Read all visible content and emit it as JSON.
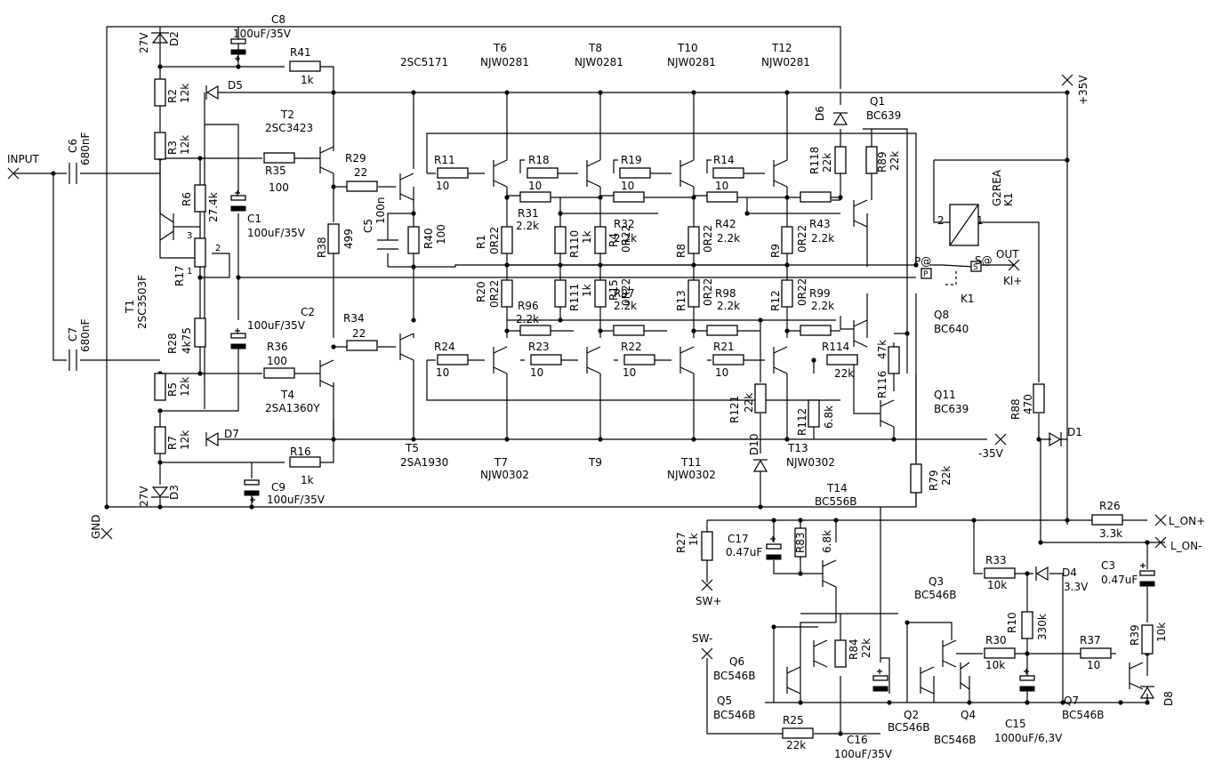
{
  "terminals": {
    "input": "INPUT",
    "gnd": "GND",
    "vpos": "+35V",
    "vneg": "-35V",
    "out": "OUT",
    "kl_plus": "Kl+",
    "l_on_plus": "L_ON+",
    "l_on_minus": "L_ON-",
    "sw_plus": "SW+",
    "sw_minus": "SW-"
  },
  "relay": {
    "ref": "K1",
    "type": "G2REA",
    "contact_ref": "K1",
    "pin1": "1",
    "pin2": "2",
    "p_label": "P@",
    "s_label": "S@",
    "p_box": "P",
    "s_box": "S"
  },
  "pot": {
    "pin1": "1",
    "pin2": "2",
    "pin3": "3"
  },
  "components": {
    "C8": {
      "ref": "C8",
      "value": "100uF/35V"
    },
    "D2": {
      "ref": "D2",
      "value": "27V"
    },
    "R41": {
      "ref": "R41",
      "value": "1k"
    },
    "R2": {
      "ref": "R2",
      "value": "12k"
    },
    "D5": {
      "ref": "D5"
    },
    "R3": {
      "ref": "R3",
      "value": "12k"
    },
    "T2": {
      "ref": "T2",
      "value": "2SC3423"
    },
    "T3": {
      "value": "2SC5171"
    },
    "R35": {
      "ref": "R35",
      "value": "100"
    },
    "R29": {
      "ref": "R29",
      "value": "22"
    },
    "R6": {
      "ref": "R6",
      "value": "27.4k"
    },
    "C1": {
      "ref": "C1",
      "value": "100uF/35V"
    },
    "C6": {
      "ref": "C6",
      "value": "680nF"
    },
    "C7": {
      "ref": "C7",
      "value": "680nF"
    },
    "T1": {
      "ref": "T1",
      "value": "2SC3503F"
    },
    "R17": {
      "ref": "R17"
    },
    "R28": {
      "ref": "R28",
      "value": "4k75"
    },
    "C2": {
      "ref": "C2",
      "value": "100uF/35V"
    },
    "R38": {
      "ref": "R38",
      "value": "499"
    },
    "C5": {
      "ref": "C5",
      "value": "100n"
    },
    "R40": {
      "ref": "R40",
      "value": "100"
    },
    "R34": {
      "ref": "R34",
      "value": "22"
    },
    "R36": {
      "ref": "R36",
      "value": "100"
    },
    "R5": {
      "ref": "R5",
      "value": "12k"
    },
    "T4": {
      "ref": "T4",
      "value": "2SA1360Y"
    },
    "R7": {
      "ref": "R7",
      "value": "12k"
    },
    "D7": {
      "ref": "D7"
    },
    "R16": {
      "ref": "R16",
      "value": "1k"
    },
    "C9": {
      "ref": "C9",
      "value": "100uF/35V"
    },
    "D3": {
      "ref": "D3",
      "value": "27V"
    },
    "T5": {
      "ref": "T5",
      "value": "2SA1930"
    },
    "T6": {
      "ref": "T6",
      "value": "NJW0281"
    },
    "T8": {
      "ref": "T8",
      "value": "NJW0281"
    },
    "T10": {
      "ref": "T10",
      "value": "NJW0281"
    },
    "T12": {
      "ref": "T12",
      "value": "NJW0281"
    },
    "T7": {
      "ref": "T7",
      "value": "NJW0302"
    },
    "T9": {
      "ref": "T9"
    },
    "T11": {
      "ref": "T11",
      "value": "NJW0302"
    },
    "T13": {
      "ref": "T13",
      "value": "NJW0302"
    },
    "R11": {
      "ref": "R11",
      "value": "10"
    },
    "R18": {
      "ref": "R18",
      "value": "10"
    },
    "R19": {
      "ref": "R19",
      "value": "10"
    },
    "R14": {
      "ref": "R14",
      "value": "10"
    },
    "R24": {
      "ref": "R24",
      "value": "10"
    },
    "R23": {
      "ref": "R23",
      "value": "10"
    },
    "R22": {
      "ref": "R22",
      "value": "10"
    },
    "R21": {
      "ref": "R21",
      "value": "10"
    },
    "R31": {
      "ref": "R31",
      "value": "2.2k"
    },
    "R32": {
      "ref": "R32",
      "value": "2.2k"
    },
    "R42": {
      "ref": "R42",
      "value": "2.2k"
    },
    "R43": {
      "ref": "R43",
      "value": "2.2k"
    },
    "R96": {
      "ref": "R96",
      "value": "2.2k"
    },
    "R97": {
      "ref": "R97",
      "value": "2.2k"
    },
    "R98": {
      "ref": "R98",
      "value": "2.2k"
    },
    "R99": {
      "ref": "R99",
      "value": "2.2k"
    },
    "R1": {
      "ref": "R1",
      "value": "0R22"
    },
    "R4": {
      "ref": "R4",
      "value": "0R22"
    },
    "R8": {
      "ref": "R8",
      "value": "0R22"
    },
    "R9": {
      "ref": "R9",
      "value": "0R22"
    },
    "R20": {
      "ref": "R20",
      "value": "0R22"
    },
    "R15": {
      "ref": "R15",
      "value": "0R22"
    },
    "R13": {
      "ref": "R13",
      "value": "0R22"
    },
    "R12": {
      "ref": "R12",
      "value": "0R22"
    },
    "R110": {
      "ref": "R110",
      "value": "1k"
    },
    "R111": {
      "ref": "R111",
      "value": "1k"
    },
    "D6": {
      "ref": "D6"
    },
    "Q1": {
      "ref": "Q1",
      "value": "BC639"
    },
    "R118": {
      "ref": "R118",
      "value": "22k"
    },
    "R89": {
      "ref": "R89",
      "value": "22k"
    },
    "Q8": {
      "ref": "Q8",
      "value": "BC640"
    },
    "R114": {
      "ref": "R114",
      "value": "22k"
    },
    "R116": {
      "ref": "R116",
      "value": "47k"
    },
    "Q11": {
      "ref": "Q11",
      "value": "BC639"
    },
    "R112": {
      "ref": "R112",
      "value": "6.8k"
    },
    "R121": {
      "ref": "R121",
      "value": "22k"
    },
    "D10": {
      "ref": "D10"
    },
    "R88": {
      "ref": "R88",
      "value": "470"
    },
    "D1": {
      "ref": "D1"
    },
    "R79": {
      "ref": "R79",
      "value": "22k"
    },
    "T14": {
      "ref": "T14",
      "value": "BC556B"
    },
    "R26": {
      "ref": "R26",
      "value": "3.3k"
    },
    "R27": {
      "ref": "R27",
      "value": "1k"
    },
    "C17": {
      "ref": "C17",
      "value": "0.47uF"
    },
    "R83": {
      "ref": "R83",
      "value": "6.8k"
    },
    "R33": {
      "ref": "R33",
      "value": "10k"
    },
    "D4": {
      "ref": "D4",
      "value": "3.3V"
    },
    "C3": {
      "ref": "C3",
      "value": "0.47uF"
    },
    "Q3": {
      "ref": "Q3",
      "value": "BC546B"
    },
    "R10": {
      "ref": "R10",
      "value": "330k"
    },
    "R84": {
      "ref": "R84",
      "value": "22k"
    },
    "R30": {
      "ref": "R30",
      "value": "10k"
    },
    "R37": {
      "ref": "R37",
      "value": "10"
    },
    "R39": {
      "ref": "R39",
      "value": "10k"
    },
    "Q6": {
      "ref": "Q6",
      "value": "BC546B"
    },
    "Q5": {
      "ref": "Q5",
      "value": "BC546B"
    },
    "Q2": {
      "ref": "Q2",
      "value": "BC546B"
    },
    "Q4": {
      "ref": "Q4",
      "value": "BC546B"
    },
    "Q7": {
      "ref": "Q7",
      "value": "BC546B"
    },
    "D8": {
      "ref": "D8"
    },
    "R25": {
      "ref": "R25",
      "value": "22k"
    },
    "C16": {
      "ref": "C16",
      "value": "100uF/35V"
    },
    "C15": {
      "ref": "C15",
      "value": "1000uF/6,3V"
    }
  }
}
